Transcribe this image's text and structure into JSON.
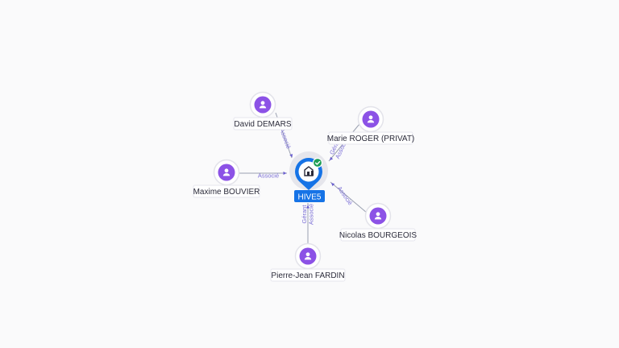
{
  "company": {
    "name": "HIVE5",
    "icon": "building-icon",
    "status_icon": "check-icon",
    "status_color": "#1e9e55",
    "color": "#1673e6"
  },
  "people": [
    {
      "id": "david",
      "name": "David DEMARS",
      "roles": [
        "Associé"
      ]
    },
    {
      "id": "marie",
      "name": "Marie ROGER (PRIVAT)",
      "roles": [
        "Gérant",
        "Associé"
      ]
    },
    {
      "id": "maxime",
      "name": "Maxime BOUVIER",
      "roles": [
        "Associé"
      ]
    },
    {
      "id": "nicolas",
      "name": "Nicolas BOURGEOIS",
      "roles": [
        "Associé"
      ]
    },
    {
      "id": "pierre",
      "name": "Pierre-Jean FARDIN",
      "roles": [
        "Gérant",
        "Associé"
      ]
    }
  ],
  "colors": {
    "person": "#8c52e6",
    "edge_label": "#7b6fd6"
  }
}
